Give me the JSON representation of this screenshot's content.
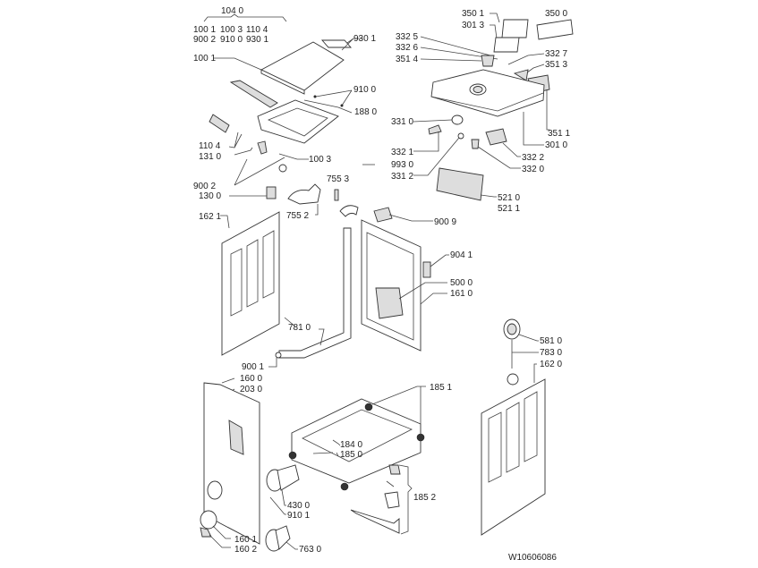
{
  "title": "Exploded parts diagram - top-load washer cabinet",
  "drawing_number": "W10606086",
  "kit": {
    "label": "104 0",
    "contents_row1": [
      "100 1",
      "100 3",
      "110 4"
    ],
    "contents_row2": [
      "900 2",
      "910 0",
      "930 1"
    ]
  },
  "labels": {
    "l9301": "930 1",
    "l1001": "100 1",
    "l9100": "910 0",
    "l1880": "188 0",
    "l1104": "110 4",
    "l1310": "131 0",
    "l1003": "100 3",
    "l9002": "900 2",
    "l1300": "130 0",
    "l1621": "162 1",
    "l7553": "755 3",
    "l7552": "755 2",
    "l3501": "350 1",
    "l3013": "301 3",
    "l3500": "350 0",
    "l3325": "332 5",
    "l3326": "332 6",
    "l3327": "332 7",
    "l3514": "351 4",
    "l3513": "351 3",
    "l3511": "351 1",
    "l3010": "301 0",
    "l3310": "331 0",
    "l3321": "332 1",
    "l3322": "332 2",
    "l9930": "993 0",
    "l3320": "332 0",
    "l3312": "331 2",
    "l5210": "521 0",
    "l5211": "521 1",
    "l9009": "900 9",
    "l9041": "904 1",
    "l5000": "500 0",
    "l1610": "161 0",
    "l7810": "781 0",
    "l9001": "900 1",
    "l1600": "160 0",
    "l2030": "203 0",
    "l5810": "581 0",
    "l7830": "783 0",
    "l1620": "162 0",
    "l1851": "185 1",
    "l1840": "184 0",
    "l1850": "185 0",
    "l4300": "430 0",
    "l9101": "910 1",
    "l1852": "185 2",
    "l1601": "160 1",
    "l1602": "160 2",
    "l7630": "763 0"
  }
}
